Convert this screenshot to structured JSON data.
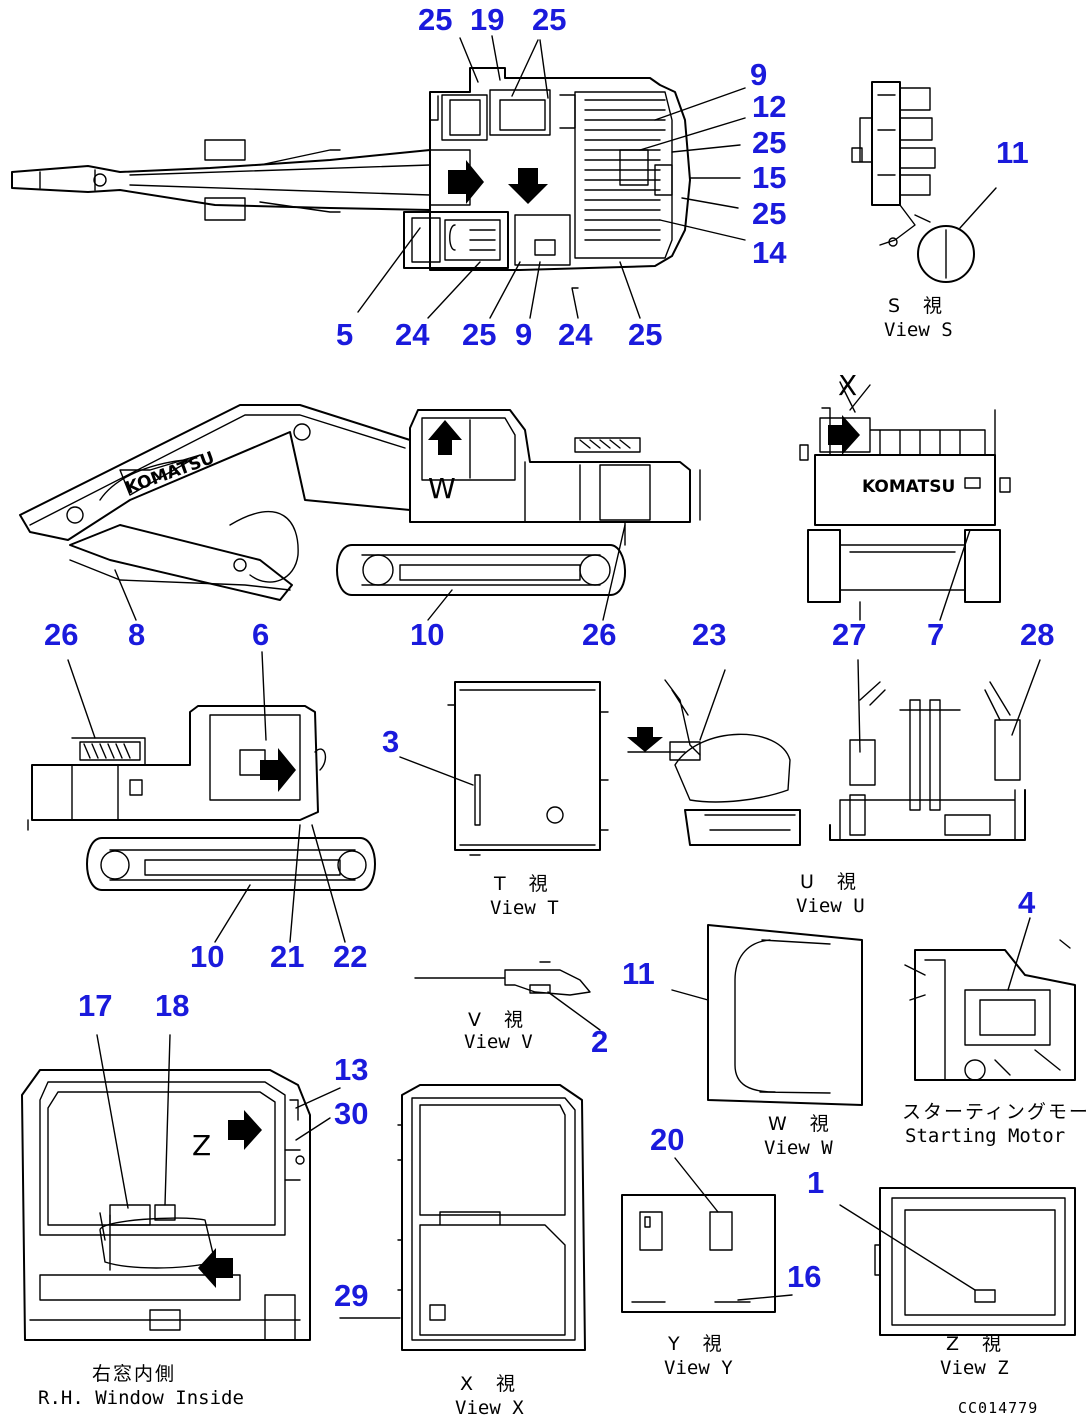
{
  "callouts": [
    {
      "id": "c-25a",
      "text": "25"
    },
    {
      "id": "c-19",
      "text": "19"
    },
    {
      "id": "c-25b",
      "text": "25"
    },
    {
      "id": "c-9a",
      "text": "9"
    },
    {
      "id": "c-12",
      "text": "12"
    },
    {
      "id": "c-25c",
      "text": "25"
    },
    {
      "id": "c-15",
      "text": "15"
    },
    {
      "id": "c-25d",
      "text": "25"
    },
    {
      "id": "c-14",
      "text": "14"
    },
    {
      "id": "c-5",
      "text": "5"
    },
    {
      "id": "c-24a",
      "text": "24"
    },
    {
      "id": "c-25e",
      "text": "25"
    },
    {
      "id": "c-9b",
      "text": "9"
    },
    {
      "id": "c-24b",
      "text": "24"
    },
    {
      "id": "c-25f",
      "text": "25"
    },
    {
      "id": "c-11a",
      "text": "11"
    },
    {
      "id": "c-26a",
      "text": "26"
    },
    {
      "id": "c-8",
      "text": "8"
    },
    {
      "id": "c-6",
      "text": "6"
    },
    {
      "id": "c-10a",
      "text": "10"
    },
    {
      "id": "c-26b",
      "text": "26"
    },
    {
      "id": "c-23",
      "text": "23"
    },
    {
      "id": "c-27",
      "text": "27"
    },
    {
      "id": "c-7",
      "text": "7"
    },
    {
      "id": "c-28",
      "text": "28"
    },
    {
      "id": "c-3",
      "text": "3"
    },
    {
      "id": "c-10b",
      "text": "10"
    },
    {
      "id": "c-21",
      "text": "21"
    },
    {
      "id": "c-22",
      "text": "22"
    },
    {
      "id": "c-4",
      "text": "4"
    },
    {
      "id": "c-11b",
      "text": "11"
    },
    {
      "id": "c-2",
      "text": "2"
    },
    {
      "id": "c-17",
      "text": "17"
    },
    {
      "id": "c-18",
      "text": "18"
    },
    {
      "id": "c-13",
      "text": "13"
    },
    {
      "id": "c-30",
      "text": "30"
    },
    {
      "id": "c-20",
      "text": "20"
    },
    {
      "id": "c-1",
      "text": "1"
    },
    {
      "id": "c-16",
      "text": "16"
    },
    {
      "id": "c-29",
      "text": "29"
    }
  ],
  "views": {
    "s": {
      "jp": "S　視",
      "en": "View S"
    },
    "t": {
      "jp": "T　視",
      "en": "View T"
    },
    "u": {
      "jp": "U　視",
      "en": "View U"
    },
    "v": {
      "jp": "V　視",
      "en": "View V"
    },
    "w": {
      "jp": "W　視",
      "en": "View W"
    },
    "x": {
      "jp": "X　視",
      "en": "View X"
    },
    "y": {
      "jp": "Y　視",
      "en": "View Y"
    },
    "z": {
      "jp": "Z　視",
      "en": "View Z"
    },
    "rh": {
      "jp": "右窓内側",
      "en": "R.H. Window Inside"
    },
    "motor": {
      "jp": "スターティングモータ",
      "en": "Starting Motor"
    }
  },
  "letters": {
    "w": "W",
    "x": "X",
    "z": "Z"
  },
  "brand": "KOMATSU",
  "drawing_code": "CC014779"
}
